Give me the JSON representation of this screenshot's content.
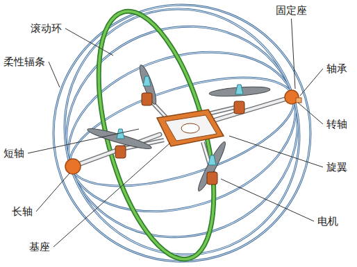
{
  "diagram": {
    "labels": [
      "滚动环",
      "柔性辐条",
      "短轴",
      "长轴",
      "基座",
      "固定座",
      "轴承",
      "转轴",
      "旋翼",
      "电机"
    ]
  }
}
